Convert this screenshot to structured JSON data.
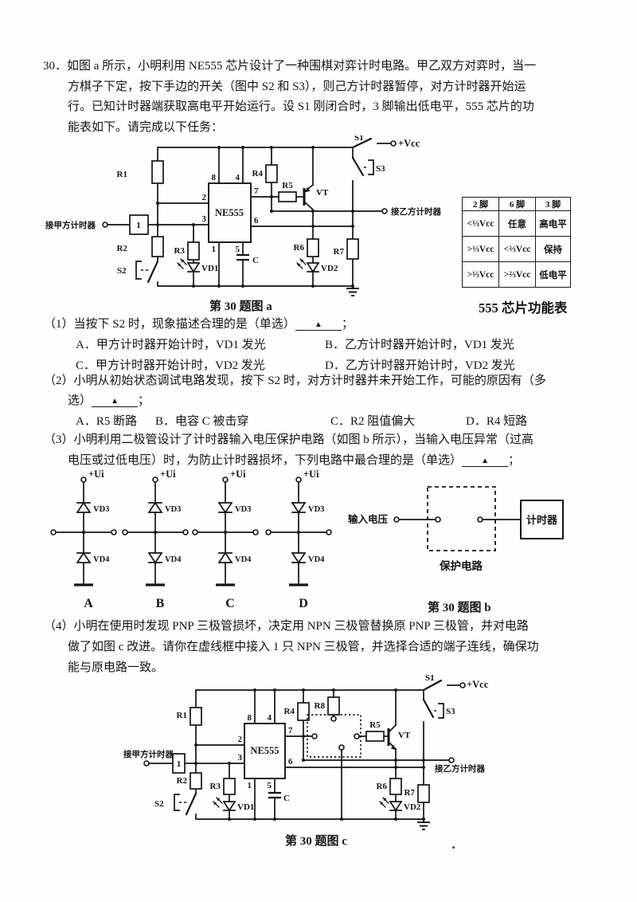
{
  "intro": {
    "number": "30．",
    "lines": [
      "如图 a 所示，小明利用 NE555 芯片设计了一种围棋对弈计时电路。甲乙双方对弈时，当一",
      "方棋子下定，按下手边的开关（图中 S2 和 S3），则己方计时器暂停，对方计时器开始运",
      "行。已知计时器端获取高电平开始运行。设 S1 刚闭合时，3 脚输出低电平，555 芯片的功",
      "能表如下。请完成以下任务："
    ]
  },
  "figure_a": {
    "caption": "第 30 题图 a",
    "labels": {
      "s1": "S1",
      "s2": "S2",
      "s3": "S3",
      "vcc": "+Vcc",
      "r1": "R1",
      "r2": "R2",
      "r3": "R3",
      "r4": "R4",
      "r5": "R5",
      "r6": "R6",
      "r7": "R7",
      "c": "C",
      "vd1": "VD1",
      "vd2": "VD2",
      "vt": "VT",
      "chip": "NE555",
      "inverter": "1",
      "input_a": "接甲方计时器",
      "output_b": "接乙方计时器",
      "p1": "1",
      "p2": "2",
      "p3": "3",
      "p4": "4",
      "p5": "5",
      "p6": "6",
      "p7": "7",
      "p8": "8"
    }
  },
  "func_table": {
    "caption": "555 芯片功能表",
    "headers": [
      "2 脚",
      "6 脚",
      "3 脚"
    ],
    "rows": [
      [
        "<⅓Vcc",
        "任意",
        "高电平"
      ],
      [
        ">⅓Vcc",
        "<⅔Vcc",
        "保持"
      ],
      [
        ">⅓Vcc",
        ">⅔Vcc",
        "低电平"
      ]
    ]
  },
  "q1": {
    "line": "（1）当按下 S2 时，现象描述合理的是（单选）",
    "blank": "▲",
    "tail": "；",
    "options": [
      "A．甲方计时器开始计时，VD1 发光",
      "B．乙方计时器开始计时，VD1 发光",
      "C．甲方计时器开始计时，VD2 发光",
      "D．乙方计时器开始计时，VD2 发光"
    ]
  },
  "q2": {
    "line1": "（2）小明从初始状态调试电路发现，按下 S2 时，对方计时器并未开始工作，可能的原因有（多",
    "line2": "选）",
    "blank": "▲",
    "tail": "；",
    "options": [
      "A．R5 断路",
      "B．电容 C 被击穿",
      "C．R2 阻值偏大",
      "D．R4 短路"
    ]
  },
  "q3": {
    "line1": "（3）小明利用二极管设计了计时器输入电压保护电路（如图 b 所示），当输入电压异常（过高",
    "line2": "电压或过低电压）时，为防止计时器损坏，下列电路中最合理的是（单选）",
    "blank": "▲",
    "tail": "；"
  },
  "figure_b": {
    "caption": "第 30 题图 b",
    "ui": "+Ui",
    "vd3": "VD3",
    "vd4": "VD4",
    "options": [
      "A",
      "B",
      "C",
      "D"
    ],
    "input_voltage": "输入电压",
    "protection": "保护电路",
    "timer": "计时器"
  },
  "q4": {
    "lines": [
      "（4）小明在使用时发现 PNP 三极管损坏，决定用 NPN 三极管替换原 PNP 三极管，并对电路",
      "做了如图 c 改进。请你在虚线框中接入 1 只 NPN 三极管，并选择合适的端子连线，确保功",
      "能与原电路一致。"
    ]
  },
  "figure_c": {
    "caption": "第 30 题图 c",
    "labels": {
      "s1": "S1",
      "s2": "S2",
      "s3": "S3",
      "vcc": "+Vcc",
      "r1": "R1",
      "r2": "R2",
      "r3": "R3",
      "r4": "R4",
      "r5": "R5",
      "r6": "R6",
      "r7": "R7",
      "r8": "R8",
      "c": "C",
      "vd1": "VD1",
      "vd2": "VD2",
      "vt": "VT",
      "chip": "NE555",
      "inverter": "1",
      "input_a": "接甲方计时器",
      "output_b": "接乙方计时器",
      "p1": "1",
      "p2": "2",
      "p3": "3",
      "p4": "4",
      "p5": "5",
      "p6": "6",
      "p7": "7",
      "p8": "8"
    }
  }
}
